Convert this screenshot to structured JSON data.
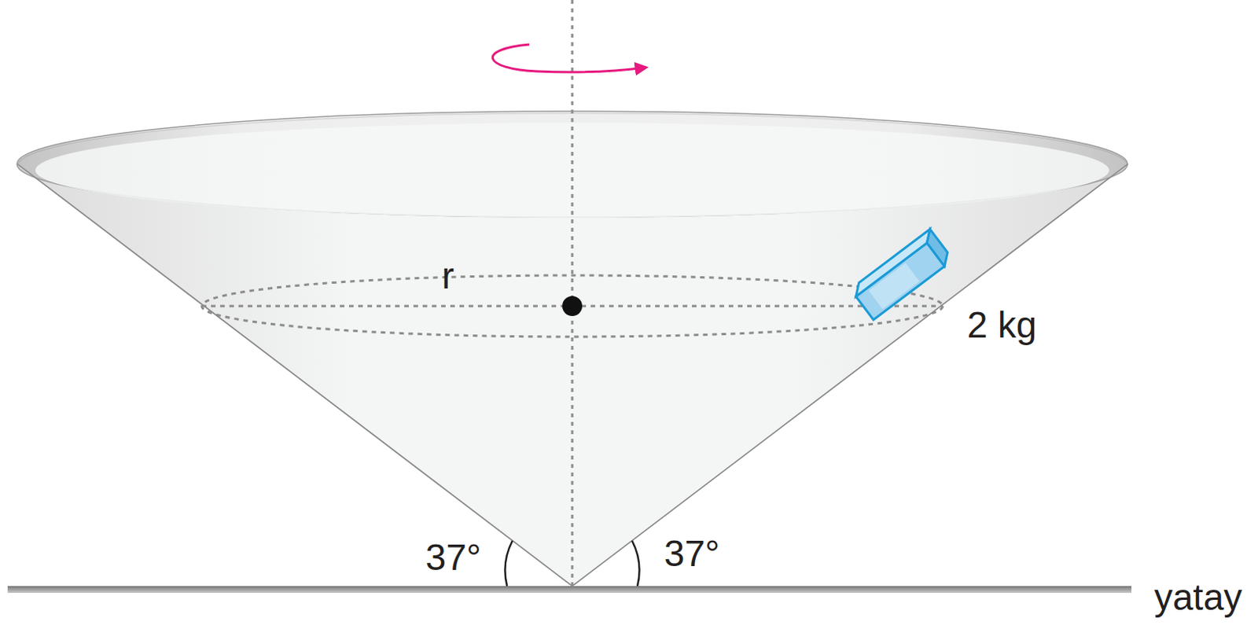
{
  "diagram": {
    "labels": [
      "r",
      "2 kg",
      "37°",
      "37°",
      "yatay"
    ]
  }
}
